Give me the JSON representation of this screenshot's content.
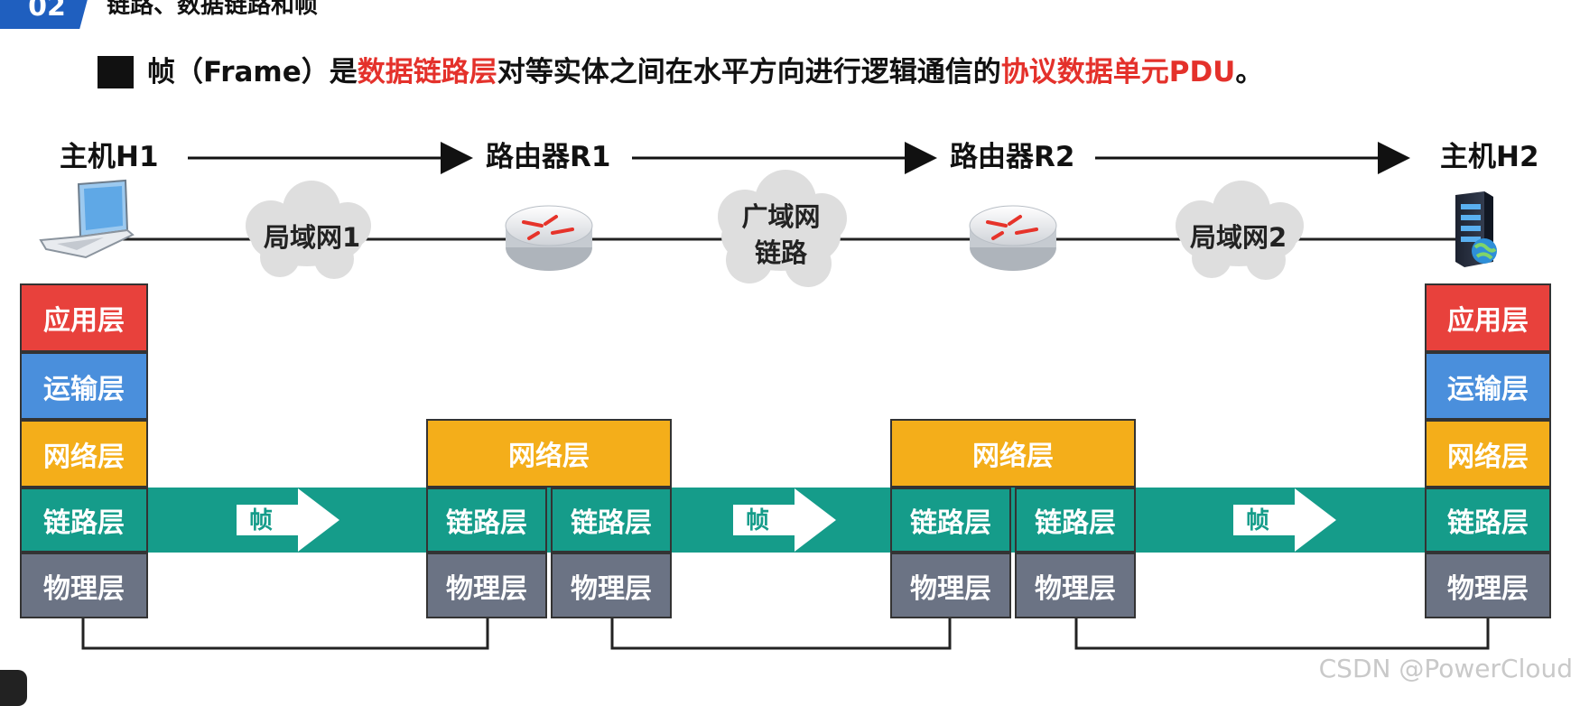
{
  "header": {
    "section_number": "02",
    "section_title": "链路、数据链路和帧"
  },
  "definition": {
    "part1": "帧（Frame）是",
    "highlight1": "数据链路层",
    "part2": "对等实体之间在水平方向进行逻辑通信的",
    "highlight2": "协议数据单元PDU",
    "part3": "。"
  },
  "nodes": {
    "host1": "主机H1",
    "router1": "路由器R1",
    "router2": "路由器R2",
    "host2": "主机H2"
  },
  "networks": {
    "lan1": "局域网1",
    "wan_line1": "广域网",
    "wan_line2": "链路",
    "lan2": "局域网2"
  },
  "layers": {
    "application": "应用层",
    "transport": "运输层",
    "network": "网络层",
    "link": "链路层",
    "physical": "物理层"
  },
  "frame_label": "帧",
  "watermark": "CSDN @PowerCloud",
  "colors": {
    "application": "#e8413c",
    "transport": "#4a8fdc",
    "network": "#f4ae1a",
    "link": "#159c8a",
    "physical": "#6b7384",
    "highlight": "#e4312b",
    "badge": "#1f5fbf"
  },
  "icons": {
    "host1": "laptop-icon",
    "router": "router-icon",
    "host2": "server-icon",
    "network": "cloud-icon"
  }
}
